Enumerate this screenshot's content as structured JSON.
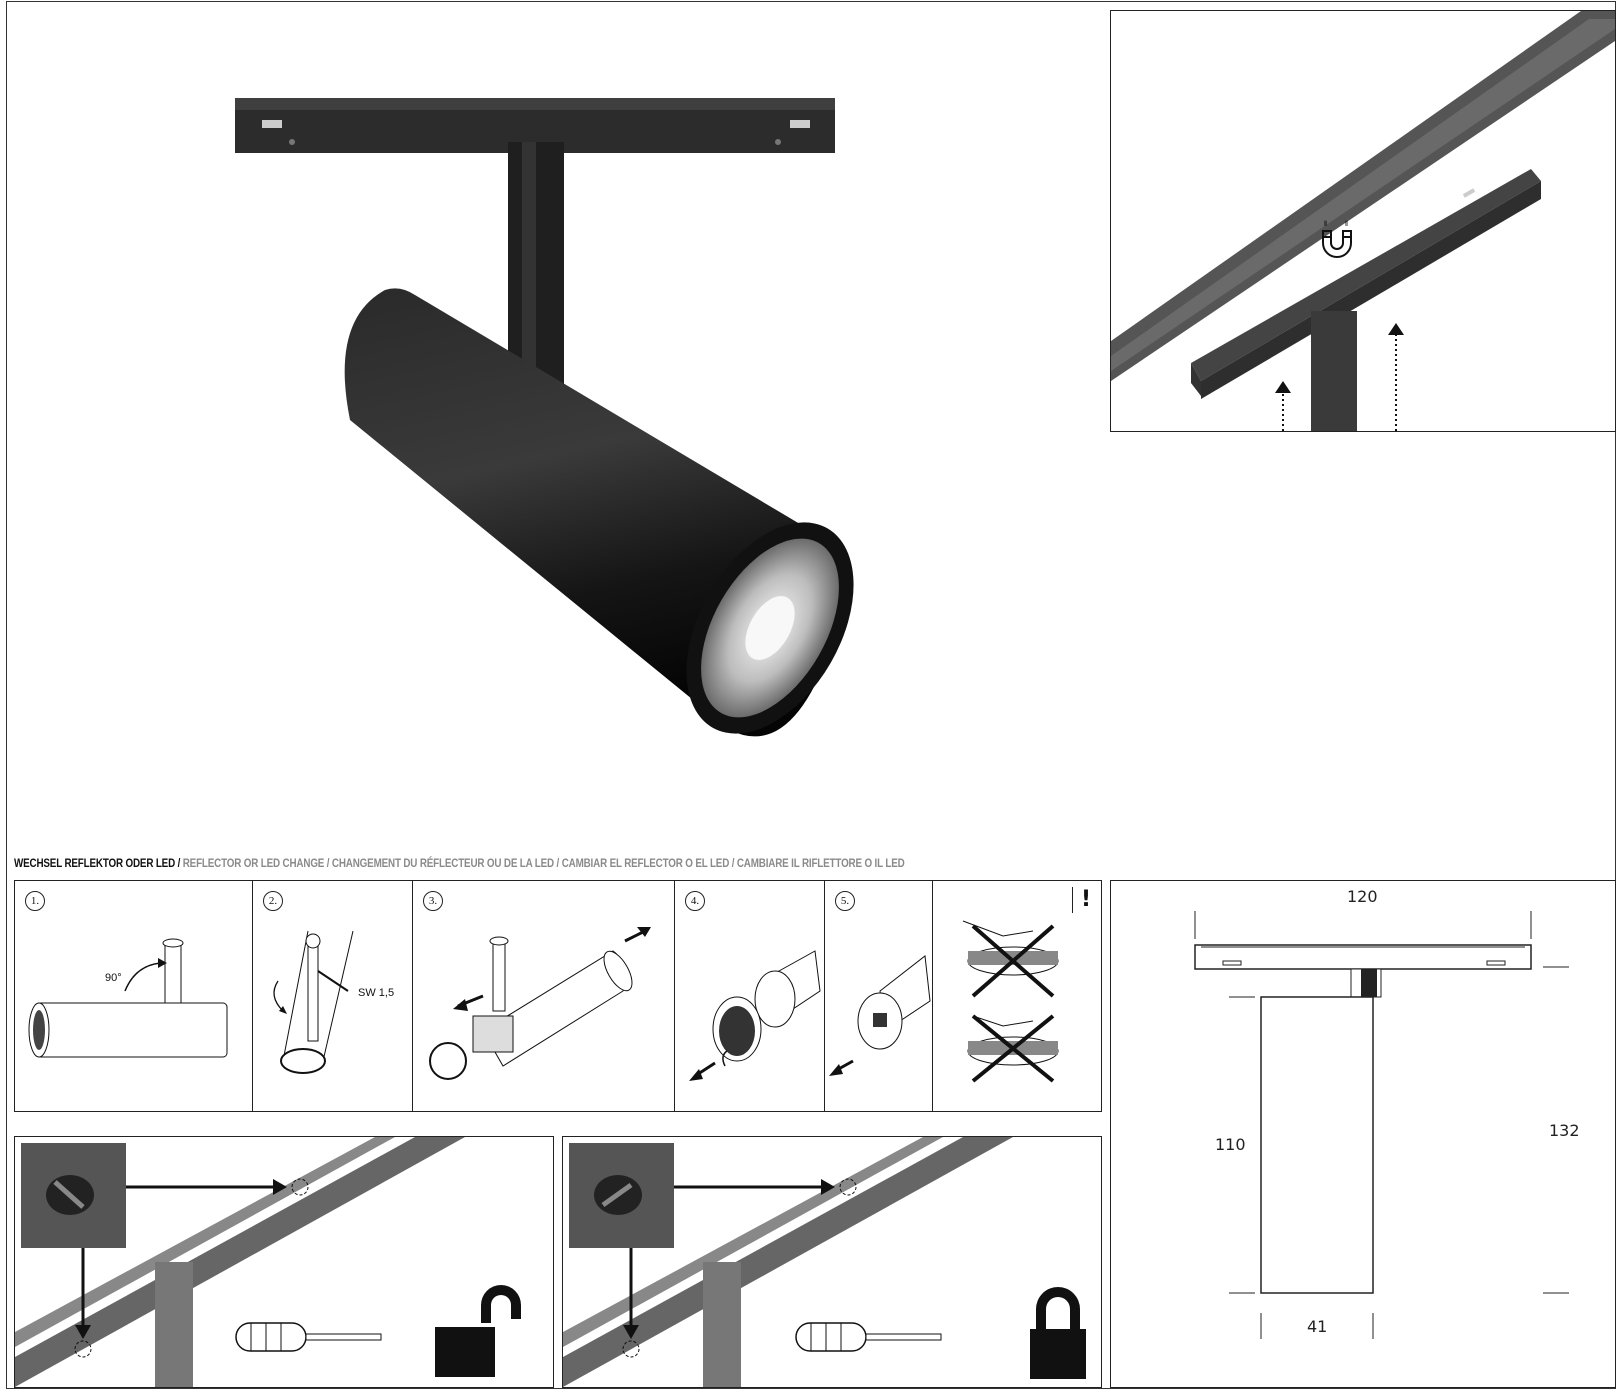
{
  "heading": {
    "primary": "WECHSEL REFLEKTOR ODER LED /",
    "secondary": "REFLECTOR OR LED CHANGE / CHANGEMENT DU RÉFLECTEUR OU DE LA LED / CAMBIAR EL REFLECTOR O EL LED / CAMBIARE IL RIFLETTORE O IL LED"
  },
  "steps": [
    {
      "number": "1.",
      "annotation": "90°"
    },
    {
      "number": "2.",
      "annotation": "SW 1,5"
    },
    {
      "number": "3."
    },
    {
      "number": "4."
    },
    {
      "number": "5."
    },
    {
      "warning": "!"
    }
  ],
  "dimensions": {
    "width_top": "120",
    "height_body": "110",
    "height_total": "132",
    "diameter": "41"
  },
  "icons": {
    "magnet": "magnet-icon",
    "lock_open": "lock-open-icon",
    "lock_closed": "lock-closed-icon",
    "screwdriver": "screwdriver-icon"
  }
}
